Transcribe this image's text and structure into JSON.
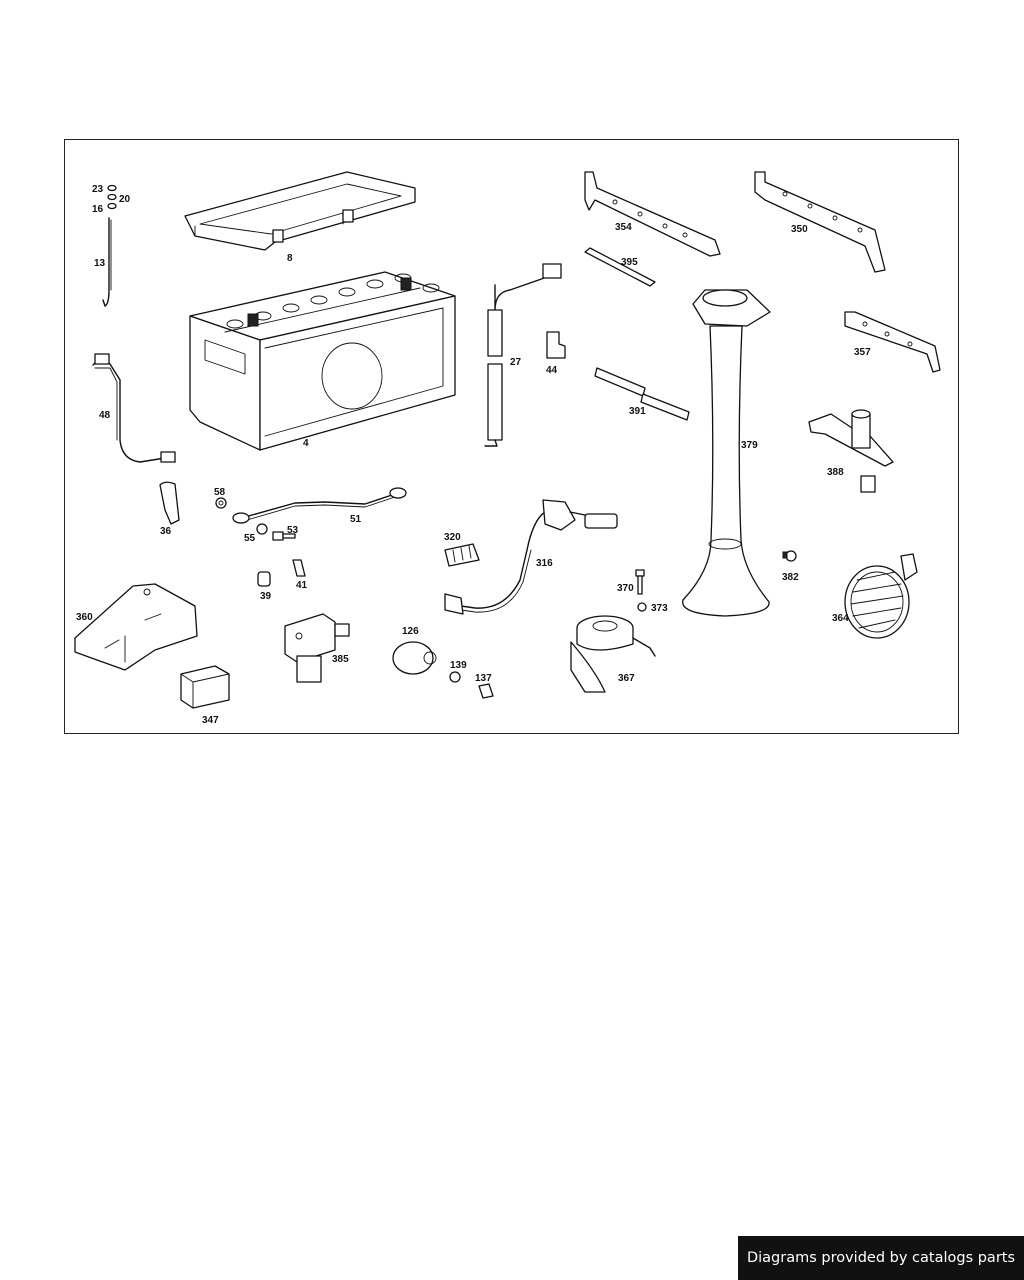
{
  "diagram": {
    "parts": [
      {
        "id": "p23",
        "label": "23"
      },
      {
        "id": "p20",
        "label": "20"
      },
      {
        "id": "p16",
        "label": "16"
      },
      {
        "id": "p13",
        "label": "13"
      },
      {
        "id": "p8",
        "label": "8"
      },
      {
        "id": "p4",
        "label": "4"
      },
      {
        "id": "p48",
        "label": "48"
      },
      {
        "id": "p27",
        "label": "27"
      },
      {
        "id": "p44",
        "label": "44"
      },
      {
        "id": "p354",
        "label": "354"
      },
      {
        "id": "p350",
        "label": "350"
      },
      {
        "id": "p395",
        "label": "395"
      },
      {
        "id": "p357",
        "label": "357"
      },
      {
        "id": "p391",
        "label": "391"
      },
      {
        "id": "p379",
        "label": "379"
      },
      {
        "id": "p388",
        "label": "388"
      },
      {
        "id": "p58",
        "label": "58"
      },
      {
        "id": "p36",
        "label": "36"
      },
      {
        "id": "p51",
        "label": "51"
      },
      {
        "id": "p55",
        "label": "55"
      },
      {
        "id": "p53",
        "label": "53"
      },
      {
        "id": "p320",
        "label": "320"
      },
      {
        "id": "p316",
        "label": "316"
      },
      {
        "id": "p39",
        "label": "39"
      },
      {
        "id": "p41",
        "label": "41"
      },
      {
        "id": "p360",
        "label": "360"
      },
      {
        "id": "p385",
        "label": "385"
      },
      {
        "id": "p126",
        "label": "126"
      },
      {
        "id": "p139",
        "label": "139"
      },
      {
        "id": "p137",
        "label": "137"
      },
      {
        "id": "p347",
        "label": "347"
      },
      {
        "id": "p370",
        "label": "370"
      },
      {
        "id": "p373",
        "label": "373"
      },
      {
        "id": "p367",
        "label": "367"
      },
      {
        "id": "p382",
        "label": "382"
      },
      {
        "id": "p364",
        "label": "364"
      }
    ]
  },
  "footer": {
    "credit": "Diagrams provided by catalogs parts"
  }
}
